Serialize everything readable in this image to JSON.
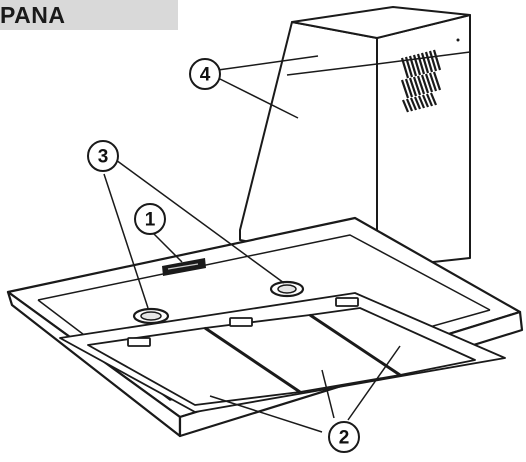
{
  "header": {
    "title": "PANA"
  },
  "callouts": [
    {
      "id": "1",
      "label": "1",
      "meaning": "control-panel"
    },
    {
      "id": "2",
      "label": "2",
      "meaning": "grease-filters"
    },
    {
      "id": "3",
      "label": "3",
      "meaning": "lamps"
    },
    {
      "id": "4",
      "label": "4",
      "meaning": "chimney"
    }
  ],
  "colors": {
    "outline": "#1a1a1a",
    "fill": "#ffffff",
    "title_band": "#d9d9d9",
    "vent_slots": "#1a1a1a",
    "light_shading": "#cccccc"
  }
}
